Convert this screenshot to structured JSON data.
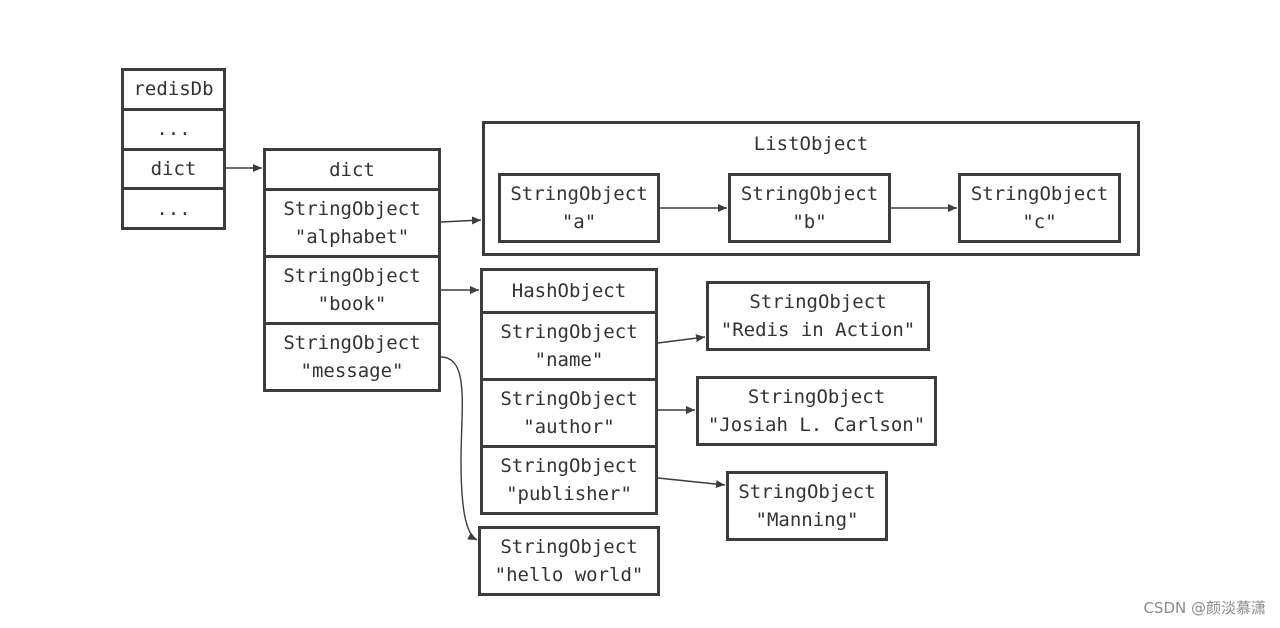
{
  "redisDb": {
    "cells": [
      {
        "lines": [
          "redisDb"
        ]
      },
      {
        "lines": [
          "..."
        ]
      },
      {
        "lines": [
          "dict"
        ]
      },
      {
        "lines": [
          "..."
        ]
      }
    ]
  },
  "dict": {
    "cells": [
      {
        "lines": [
          "dict"
        ]
      },
      {
        "lines": [
          "StringObject",
          "\"alphabet\""
        ]
      },
      {
        "lines": [
          "StringObject",
          "\"book\""
        ]
      },
      {
        "lines": [
          "StringObject",
          "\"message\""
        ]
      }
    ]
  },
  "list_object": {
    "title": "ListObject",
    "items": [
      {
        "lines": [
          "StringObject",
          "\"a\""
        ]
      },
      {
        "lines": [
          "StringObject",
          "\"b\""
        ]
      },
      {
        "lines": [
          "StringObject",
          "\"c\""
        ]
      }
    ]
  },
  "hash_object": {
    "cells": [
      {
        "lines": [
          "HashObject"
        ]
      },
      {
        "lines": [
          "StringObject",
          "\"name\""
        ]
      },
      {
        "lines": [
          "StringObject",
          "\"author\""
        ]
      },
      {
        "lines": [
          "StringObject",
          "\"publisher\""
        ]
      }
    ]
  },
  "hash_values": [
    {
      "lines": [
        "StringObject",
        "\"Redis in Action\""
      ]
    },
    {
      "lines": [
        "StringObject",
        "\"Josiah L. Carlson\""
      ]
    },
    {
      "lines": [
        "StringObject",
        "\"Manning\""
      ]
    }
  ],
  "message_value": {
    "lines": [
      "StringObject",
      "\"hello world\""
    ]
  },
  "watermark": "CSDN @颜淡慕潇",
  "colors": {
    "stroke": "#3c3c3c",
    "text": "#333333",
    "watermark": "#8a8a8a"
  }
}
